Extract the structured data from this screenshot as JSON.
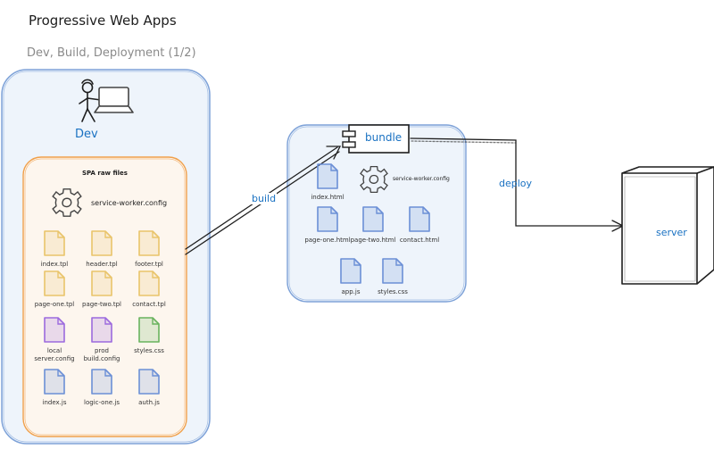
{
  "title": "Progressive Web Apps",
  "subtitle": "Dev, Build, Deployment (1/2)",
  "dev": {
    "label": "Dev",
    "raw_title": "SPA raw files",
    "service_worker": "service-worker.config",
    "files": [
      {
        "name": "index.tpl",
        "color": "#e9c46a"
      },
      {
        "name": "header.tpl",
        "color": "#e9c46a"
      },
      {
        "name": "footer.tpl",
        "color": "#e9c46a"
      },
      {
        "name": "page-one.tpl",
        "color": "#e9c46a"
      },
      {
        "name": "page-two.tpl",
        "color": "#e9c46a"
      },
      {
        "name": "contact.tpl",
        "color": "#e9c46a"
      },
      {
        "name": "local\nserver.config",
        "color": "#9c6ade"
      },
      {
        "name": "prod\nbuild.config",
        "color": "#9c6ade"
      },
      {
        "name": "styles.css",
        "color": "#69b35e"
      },
      {
        "name": "index.js",
        "color": "#6b8fd6"
      },
      {
        "name": "logic-one.js",
        "color": "#6b8fd6"
      },
      {
        "name": "auth.js",
        "color": "#6b8fd6"
      }
    ]
  },
  "build_label": "build",
  "bundle": {
    "label": "bundle",
    "service_worker": "service-worker.config",
    "files": [
      {
        "name": "index.html"
      },
      {
        "name": "page-one.html"
      },
      {
        "name": "page-two.html"
      },
      {
        "name": "contact.html"
      },
      {
        "name": "app.js"
      },
      {
        "name": "styles.css"
      }
    ]
  },
  "deploy_label": "deploy",
  "server_label": "server",
  "colors": {
    "accent": "#1971c2",
    "dev_border": "#7ea2d8",
    "dev_fill": "#eef4fb",
    "raw_border": "#f0a04b",
    "raw_fill": "#fdf6ee",
    "file_blue": "#6b8fd6",
    "file_yellow": "#e9c46a",
    "file_purple": "#9c6ade",
    "file_green": "#69b35e"
  }
}
